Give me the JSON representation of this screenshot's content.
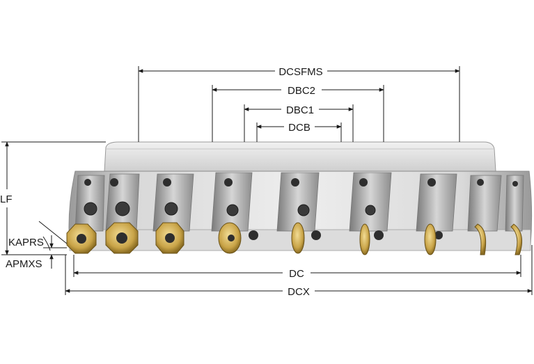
{
  "diagram": {
    "labels": {
      "dcsfms": "DCSFMS",
      "dbc2": "DBC2",
      "dbc1": "DBC1",
      "dcb": "DCB",
      "lf": "LF",
      "kaprs": "KAPRS",
      "apmxs": "APMXS",
      "dc": "DC",
      "dcx": "DCX"
    },
    "colors": {
      "body_light": "#e2e2e2",
      "body_mid": "#bdbdbd",
      "body_dark": "#6f6f6f",
      "insert_gold": "#d4b45a",
      "screw_dark": "#2e2e2e",
      "dimension_line": "#1a1a1a"
    }
  }
}
